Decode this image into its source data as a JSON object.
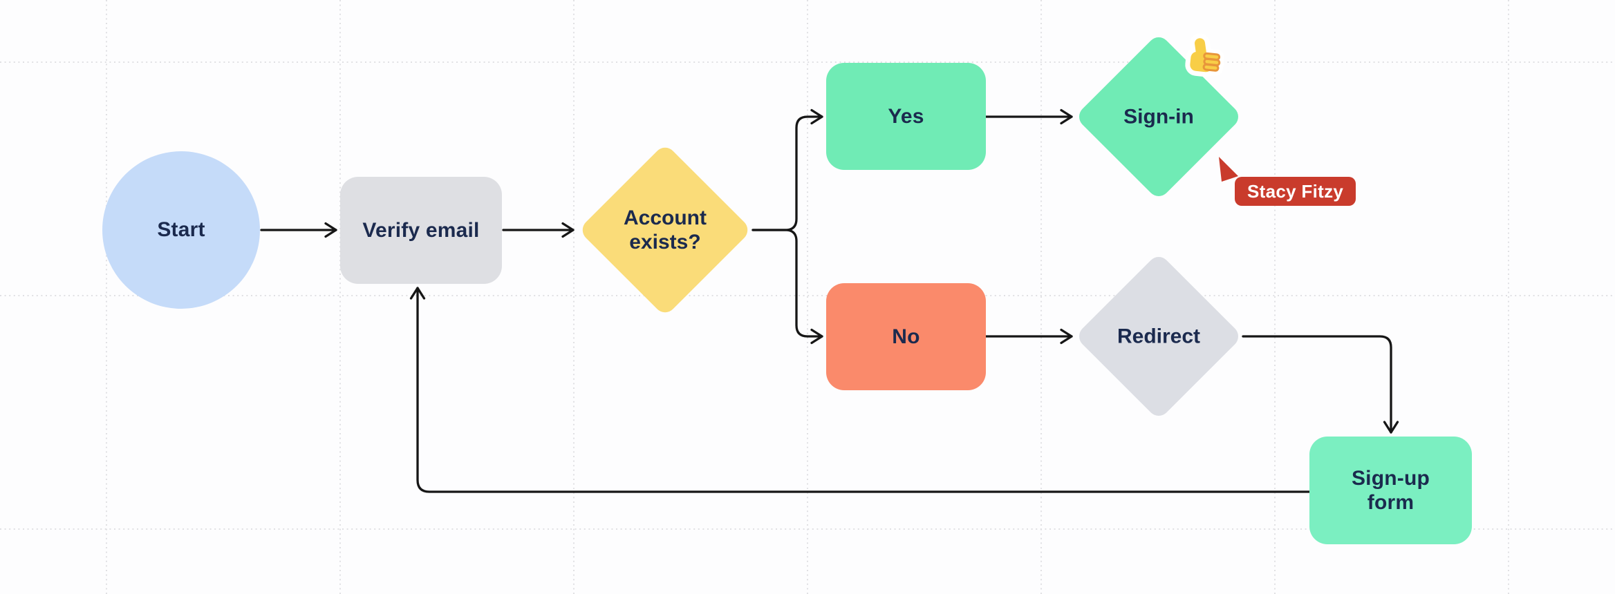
{
  "board": {
    "background": "#FDFDFE",
    "grid_color": "#DBDBDF",
    "connector_color": "#161616",
    "text_color": "#1B2A4E",
    "collaborator": {
      "name": "Stacy Fitzy",
      "cursor_color": "#C93B2C"
    },
    "reaction": {
      "emoji": "thumbs-up",
      "attached_to": "Sign-in"
    }
  },
  "nodes": {
    "start": {
      "label": "Start",
      "shape": "circle",
      "fill": "#C5DBF9"
    },
    "verify_email": {
      "label": "Verify email",
      "shape": "rounded-rect",
      "fill": "#DEDFE3"
    },
    "account_exists": {
      "label": "Account exists?",
      "shape": "diamond",
      "fill": "#FADC79"
    },
    "yes": {
      "label": "Yes",
      "shape": "rounded-rect",
      "fill": "#70EBB5"
    },
    "no": {
      "label": "No",
      "shape": "rounded-rect",
      "fill": "#FA8A6B"
    },
    "sign_in": {
      "label": "Sign-in",
      "shape": "diamond",
      "fill": "#70EBB5"
    },
    "redirect": {
      "label": "Redirect",
      "shape": "diamond",
      "fill": "#DCDEE4"
    },
    "sign_up_form": {
      "label": "Sign-up form",
      "shape": "rounded-rect",
      "fill": "#7BEFC1"
    }
  },
  "edges": [
    {
      "from": "start",
      "to": "verify_email"
    },
    {
      "from": "verify_email",
      "to": "account_exists"
    },
    {
      "from": "account_exists",
      "to": "yes"
    },
    {
      "from": "account_exists",
      "to": "no"
    },
    {
      "from": "yes",
      "to": "sign_in"
    },
    {
      "from": "no",
      "to": "redirect"
    },
    {
      "from": "redirect",
      "to": "sign_up_form"
    },
    {
      "from": "sign_up_form",
      "to": "verify_email"
    }
  ]
}
